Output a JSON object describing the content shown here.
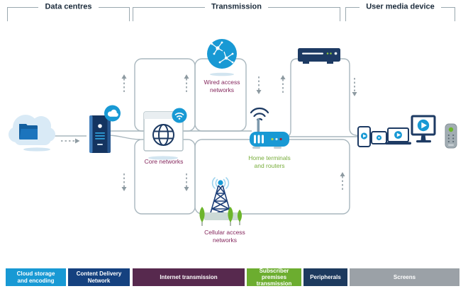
{
  "sections": {
    "data_centres": "Data centres",
    "transmission": "Transmission",
    "user_media_device": "User media device"
  },
  "flow": {
    "node_labels": {
      "core_networks": "Core networks",
      "wired_access_networks": "Wired access\nnetworks",
      "cellular_access_networks": "Cellular access\nnetworks",
      "home_terminals_and_routers": "Home terminals\nand routers"
    },
    "icons": [
      "cloud-storage-icon",
      "cdn-server-icon",
      "cloud-badge-icon",
      "browser-globe-icon",
      "wifi-badge-icon",
      "wired-network-icon",
      "set-top-box-icon",
      "wifi-router-icon",
      "cell-tower-icon",
      "smartphone-icon",
      "tablet-icon",
      "laptop-icon",
      "tv-icon",
      "remote-control-icon"
    ]
  },
  "legend": {
    "items": [
      {
        "label": "Cloud storage\nand encoding",
        "color": "#1899d4"
      },
      {
        "label": "Content Delivery\nNetwork",
        "color": "#15417f"
      },
      {
        "label": "Internet transmission",
        "color": "#57294e"
      },
      {
        "label": "Subscriber premises\ntransmission",
        "color": "#6cad2f"
      },
      {
        "label": "Peripherals",
        "color": "#1d3a5e"
      },
      {
        "label": "Screens",
        "color": "#9ba1a7"
      }
    ]
  },
  "colors": {
    "accent_blue": "#1899d4",
    "navy": "#1d3a63",
    "connector_grey": "#a9b7be",
    "arrow_grey": "#8d9aa1",
    "label_maroon": "#84265c",
    "label_green": "#78ad3b"
  }
}
